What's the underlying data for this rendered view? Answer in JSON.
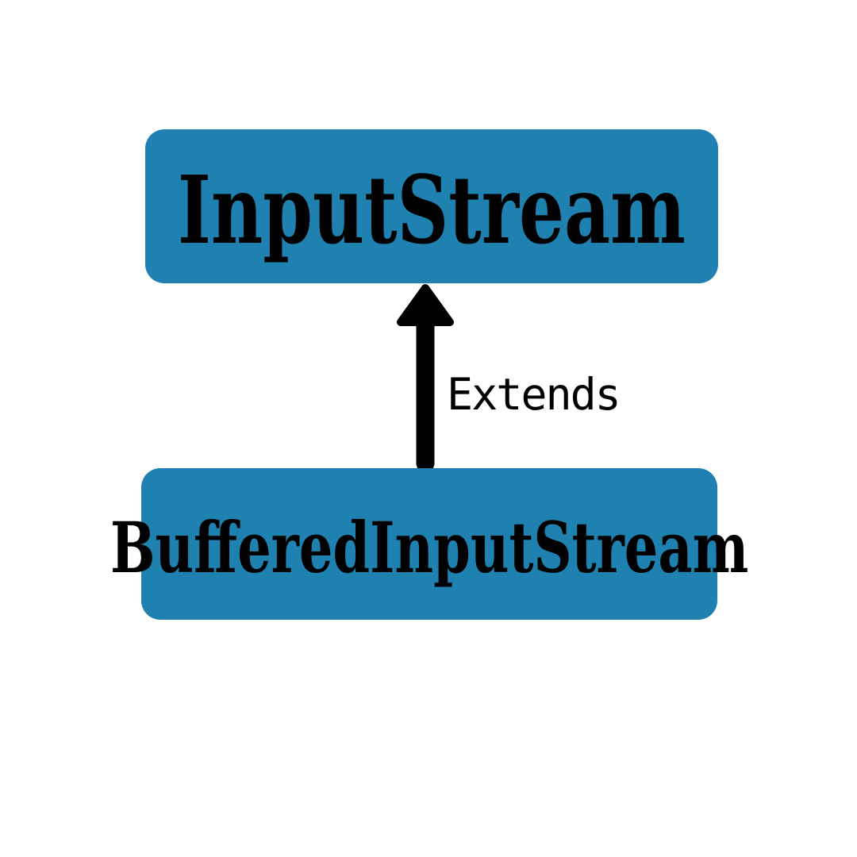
{
  "diagram": {
    "type": "class-inheritance",
    "colors": {
      "background": "#ffffff",
      "node_fill": "#1e81b0",
      "node_text": "#000000",
      "arrow": "#000000"
    },
    "nodes": [
      {
        "id": "input-stream",
        "label": "InputStream"
      },
      {
        "id": "buffered-input-stream",
        "label": "BufferedInputStream"
      }
    ],
    "edge": {
      "label": "Extends",
      "from": "buffered-input-stream",
      "to": "input-stream",
      "direction": "up"
    }
  }
}
